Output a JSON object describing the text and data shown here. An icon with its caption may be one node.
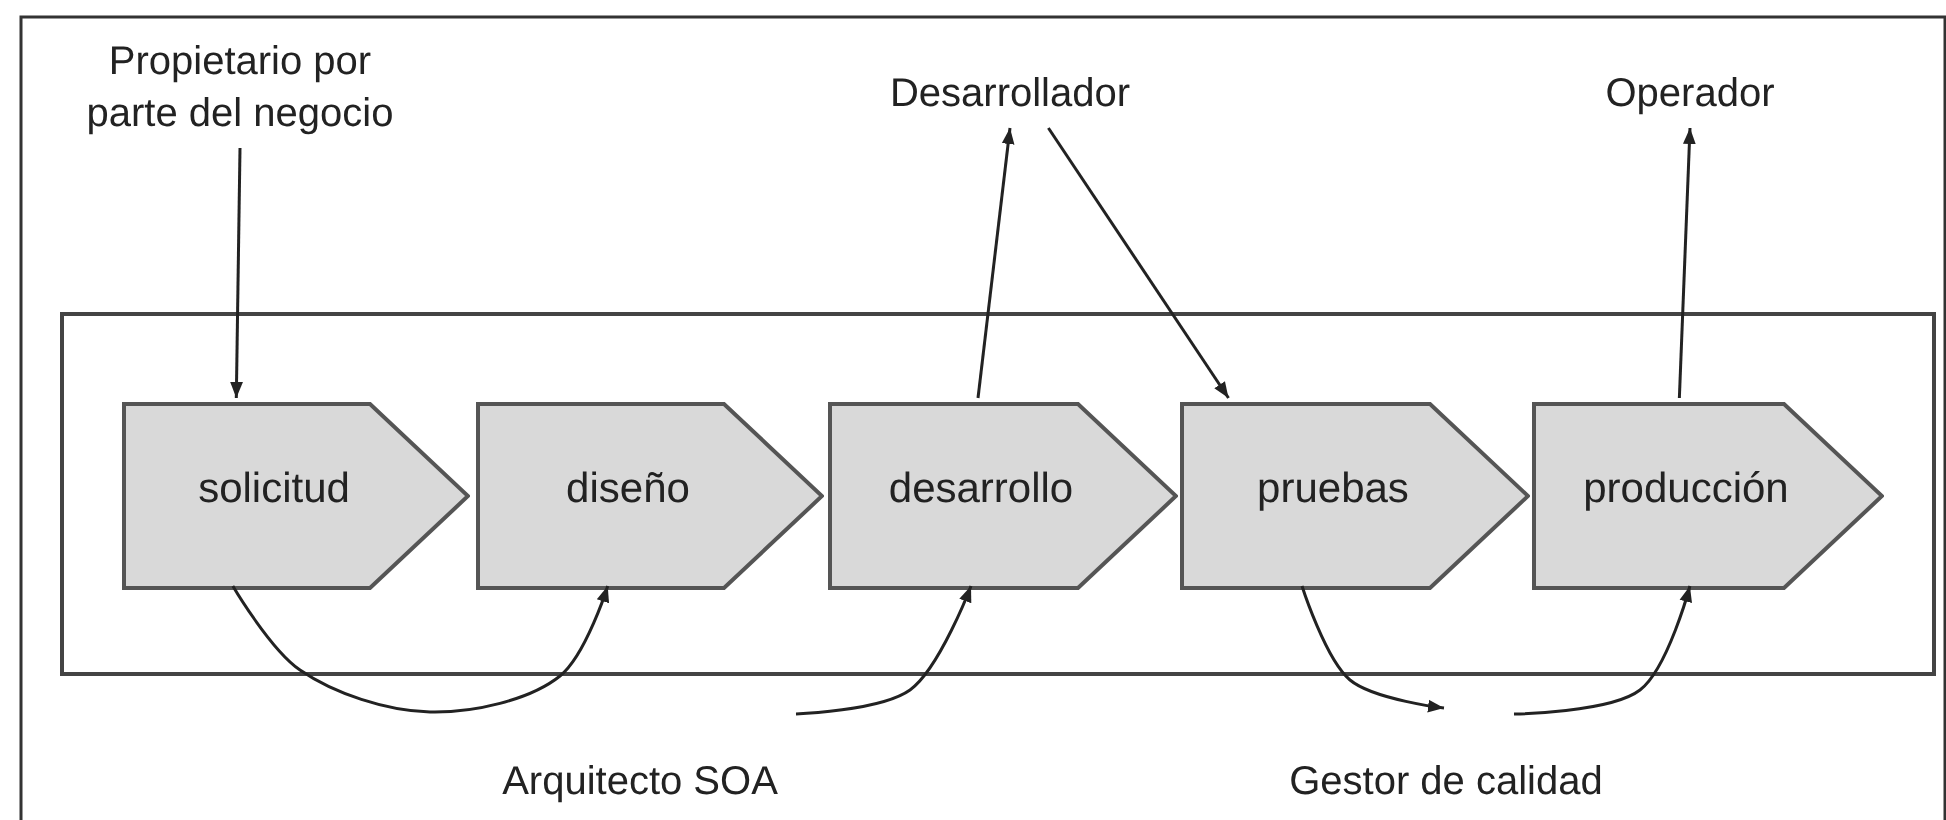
{
  "diagram": {
    "nodes": [
      {
        "text": [],
        "shape": "box"
      },
      {
        "text": [
          "solicitud"
        ],
        "in": 0
      },
      {
        "text": [
          "diseño"
        ],
        "in": 0
      },
      {
        "text": [
          "desarrollo"
        ],
        "in": 0
      },
      {
        "text": [
          "pruebas"
        ],
        "in": 0
      },
      {
        "text": [
          "producción"
        ],
        "in": 0
      },
      {
        "text": [
          "Propietario por parte del negocio"
        ]
      },
      {
        "text": [
          "Desarrollador"
        ]
      },
      {
        "text": [
          "Operador"
        ]
      }
    ],
    "edges": [
      {
        "from": 6,
        "to": 1,
        "arrow": "to"
      },
      {
        "from": 3,
        "to": 7,
        "arrow": "to"
      },
      {
        "from": 7,
        "to": 4,
        "arrow": "to"
      },
      {
        "from": 5,
        "to": 8,
        "arrow": "to"
      },
      {
        "from": 1,
        "to": 2,
        "arrow": "to"
      },
      {
        "from": null,
        "to": 3,
        "arrow": "to"
      },
      {
        "from": 4,
        "to": null,
        "arrow": "to"
      },
      {
        "from": null,
        "to": 5,
        "arrow": "to"
      }
    ],
    "labels": [
      "Arquitecto SOA",
      "Gestor de calidad"
    ]
  }
}
